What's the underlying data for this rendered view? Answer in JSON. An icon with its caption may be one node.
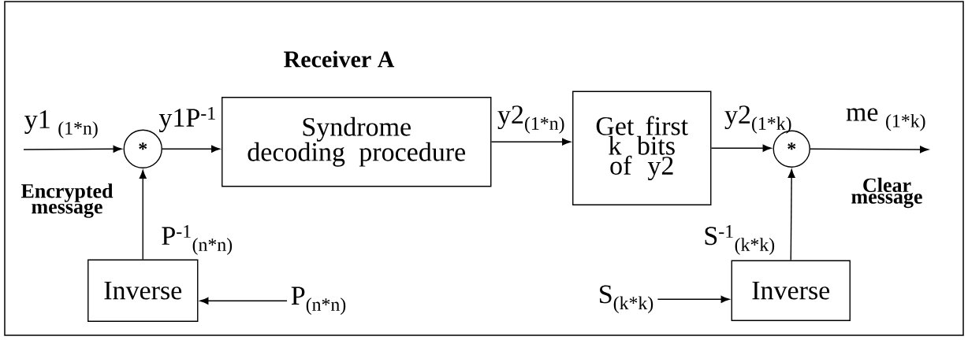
{
  "diagram": {
    "nodes": [
      {
        "text": [
          "Receiver A"
        ]
      },
      {
        "text": [
          "*"
        ],
        "in": 0
      },
      {
        "text": [
          "Syndrome decoding procedure"
        ],
        "in": 0
      },
      {
        "text": [
          "Get first k bits of y2"
        ],
        "in": 0
      },
      {
        "text": [
          "*"
        ],
        "in": 0
      },
      {
        "text": [
          "Inverse"
        ],
        "in": 0
      },
      {
        "text": [
          "Inverse"
        ],
        "in": 0
      },
      {
        "text": [
          "P$_{(n*n)}$"
        ],
        "in": 0
      },
      {
        "text": [
          "S$_{(k*k)}$"
        ],
        "in": 0
      }
    ],
    "edges": [
      {
        "from": null,
        "to": 1,
        "arrow": "to",
        "label": "y1 $_{(1*n)}$"
      },
      {
        "from": 1,
        "to": 2,
        "arrow": "to",
        "label": "y1P$^{-1}$"
      },
      {
        "from": 2,
        "to": 3,
        "arrow": "to",
        "label": "y2$_{(1*n)}$"
      },
      {
        "from": 3,
        "to": 4,
        "arrow": "to",
        "label": "y2$_{(1*k)}$"
      },
      {
        "from": 4,
        "to": null,
        "arrow": "to",
        "label": "me $_{(1*k)}$"
      },
      {
        "from": 5,
        "to": 1,
        "arrow": "to",
        "label": "P$^{-1}$$_{(n*n)}$"
      },
      {
        "from": 7,
        "to": 5,
        "arrow": "to"
      },
      {
        "from": 6,
        "to": 4,
        "arrow": "to",
        "label": "S$^{-1}$$_{(k*k)}$"
      },
      {
        "from": 8,
        "to": 6,
        "arrow": "to"
      }
    ],
    "labels": [
      "Encrypted message",
      "Clear message"
    ]
  }
}
